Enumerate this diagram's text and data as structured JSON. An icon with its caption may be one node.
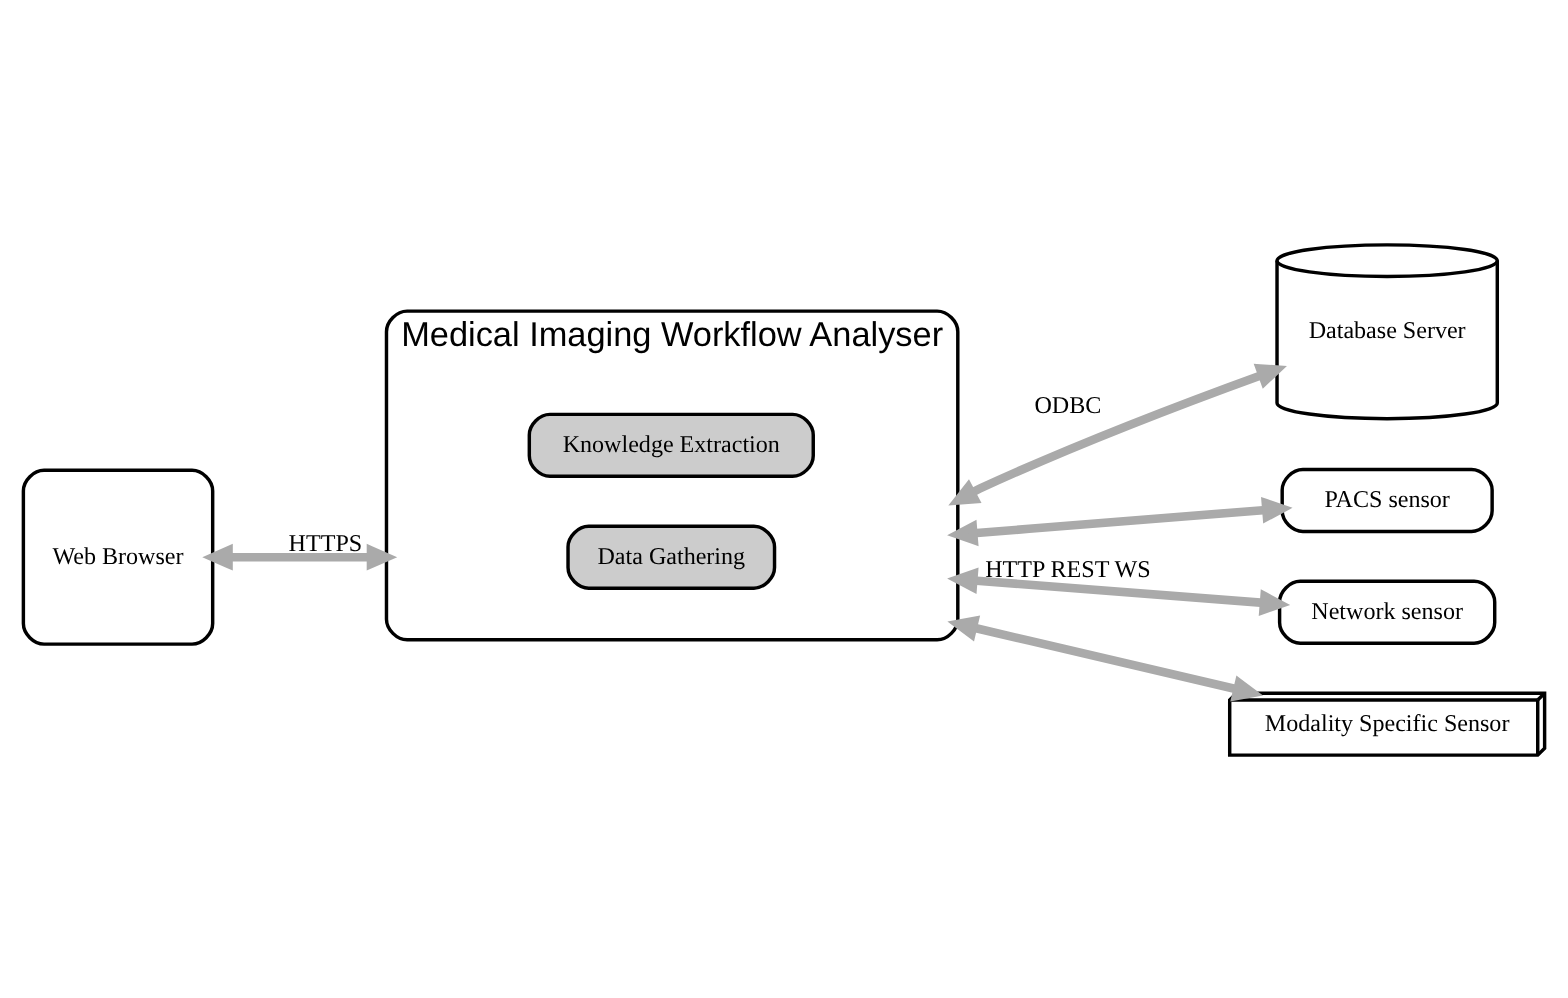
{
  "diagram": {
    "nodes": [
      {
        "text": [
          "Web Browser"
        ]
      },
      {
        "text": [
          "Medical Imaging Workflow Analyser"
        ]
      },
      {
        "text": [
          "Knowledge Extraction"
        ],
        "in": 1
      },
      {
        "text": [
          "Data Gathering"
        ],
        "in": 1
      },
      {
        "text": [
          "Database Server"
        ]
      },
      {
        "text": [
          "PACS sensor"
        ]
      },
      {
        "text": [
          "Network sensor"
        ]
      },
      {
        "text": [
          "Modality Specific Sensor"
        ]
      }
    ],
    "edges": [
      {
        "from": 0,
        "to": 1,
        "arrow": "both",
        "label": "HTTPS"
      },
      {
        "from": 1,
        "to": 4,
        "arrow": "both",
        "label": "ODBC"
      },
      {
        "from": 1,
        "to": 5,
        "arrow": "both"
      },
      {
        "from": 1,
        "to": 6,
        "arrow": "both",
        "label": "HTTP REST WS"
      },
      {
        "from": 1,
        "to": 7,
        "arrow": "both"
      }
    ]
  }
}
